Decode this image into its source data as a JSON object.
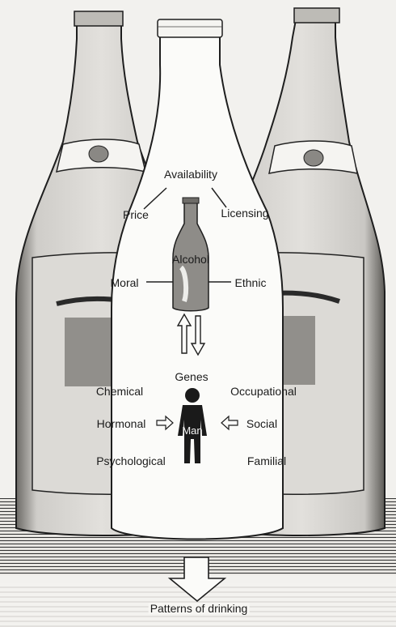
{
  "diagram": {
    "labels": {
      "availability": "Availability",
      "price": "Price",
      "licensing": "Licensing",
      "alcohol": "Alcohol",
      "moral": "Moral",
      "ethnic": "Ethnic",
      "genes": "Genes",
      "chemical": "Chemical",
      "occupational": "Occupational",
      "hormonal": "Hormonal",
      "man": "Man",
      "social": "Social",
      "psychological": "Psychological",
      "familial": "Familial",
      "patterns_of_drinking": "Patterns of drinking"
    },
    "icons": [
      "bottle-illustration-left",
      "bottle-illustration-center",
      "bottle-illustration-right",
      "alcohol-bottle-icon",
      "person-icon",
      "up-arrow-icon",
      "down-arrow-icon",
      "right-arrow-icon",
      "left-arrow-icon",
      "down-block-arrow-icon"
    ]
  }
}
